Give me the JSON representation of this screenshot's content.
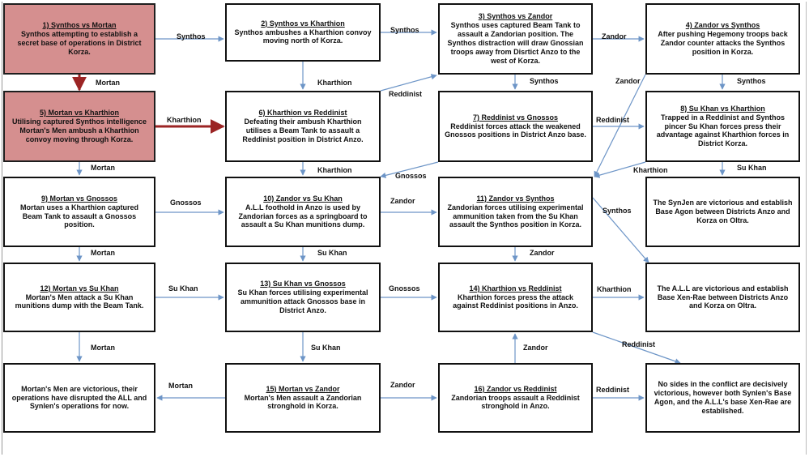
{
  "colors": {
    "box_border": "#111111",
    "highlight_fill": "#d58f8f",
    "arrow_blue": "#6d95c7",
    "arrow_red": "#9b2424"
  },
  "nodes": [
    {
      "id": "n1",
      "title": "1) Synthos vs Mortan",
      "text": "Synthos attempting to establish a secret base of operations in District Korza.",
      "highlight": true
    },
    {
      "id": "n2",
      "title": "2) Synthos vs Kharthion",
      "text": "Synthos ambushes a Kharthion convoy moving north of Korza.",
      "highlight": false
    },
    {
      "id": "n3",
      "title": "3) Synthos vs Zandor",
      "text": "Synthos uses captured Beam Tank to assault a Zandorian position. The Synthos distraction will draw Gnossian troops away from Disrtict Anzo to the west of Korza.",
      "highlight": false
    },
    {
      "id": "n4",
      "title": "4) Zandor vs Synthos",
      "text": "After pushing Hegemony troops back Zandor counter attacks the Synthos position in Korza.",
      "highlight": false
    },
    {
      "id": "n5",
      "title": "5) Mortan vs Kharthion",
      "text": "Utilising captured Synthos intelligence Mortan's Men ambush a Kharthion convoy moving through Korza.",
      "highlight": true
    },
    {
      "id": "n6",
      "title": "6) Kharthion vs Reddinist",
      "text": "Defeating their ambush Kharthion utilises a Beam Tank to assault a Reddinist position in District Anzo.",
      "highlight": false
    },
    {
      "id": "n7",
      "title": "7) Reddinist vs Gnossos",
      "text": "Reddinist forces attack the weakened Gnossos positions in District Anzo base.",
      "highlight": false
    },
    {
      "id": "n8",
      "title": "8) Su Khan vs Kharthion",
      "text": "Trapped in a Reddinist and Synthos pincer Su Khan forces press their advantage against Kharthion forces in District Korza.",
      "highlight": false
    },
    {
      "id": "n9",
      "title": "9) Mortan vs Gnossos",
      "text": "Mortan uses a Kharthion captured Beam Tank to assault a Gnossos position.",
      "highlight": false
    },
    {
      "id": "n10",
      "title": "10) Zandor vs Su Khan",
      "text": "A.L.L foothold in Anzo is used by Zandorian forces as a springboard to assault a Su Khan munitions dump.",
      "highlight": false
    },
    {
      "id": "n11",
      "title": "11) Zandor vs Synthos",
      "text": "Zandorian forces utilising experimental ammunition taken from the Su Khan assault the Synthos position in Korza.",
      "highlight": false
    },
    {
      "id": "n12",
      "title": "12) Mortan vs Su Khan",
      "text": "Mortan's Men attack a Su Khan munitions dump with the Beam Tank.",
      "highlight": false
    },
    {
      "id": "n13",
      "title": "13) Su Khan vs Gnossos",
      "text": "Su Khan forces utilising experimental ammunition attack Gnossos base in District Anzo.",
      "highlight": false
    },
    {
      "id": "n14",
      "title": "14) Kharthion vs Reddinist",
      "text": "Kharthion forces press the attack against Reddinist positions in Anzo.",
      "highlight": false
    },
    {
      "id": "n15",
      "title": "15) Mortan vs Zandor",
      "text": "Mortan's Men assault a Zandorian stronghold in Korza.",
      "highlight": false
    },
    {
      "id": "n16",
      "title": "16) Zandor vs Reddinist",
      "text": "Zandorian troops assault a Reddinist stronghold in Anzo.",
      "highlight": false
    },
    {
      "id": "o_synjen",
      "title": "",
      "text": "The SynJen are victorious and establish Base Agon between Districts Anzo and Korza on Oltra.",
      "highlight": false
    },
    {
      "id": "o_all",
      "title": "",
      "text": "The A.L.L are victorious and establish Base Xen-Rae between Districts Anzo and Korza on Oltra.",
      "highlight": false
    },
    {
      "id": "o_mortan",
      "title": "",
      "text": "Mortan's Men are victorious, their operations have disrupted the ALL and Synlen's operations for now.",
      "highlight": false
    },
    {
      "id": "o_none",
      "title": "",
      "text": "No sides in the conflict are decisively victorious, however both Synlen's Base Agon, and the A.L.L's base Xen-Rae are established.",
      "highlight": false
    }
  ],
  "edges": [
    {
      "id": "e1",
      "from": "n1",
      "to": "n2",
      "label": "Synthos",
      "style": "blue"
    },
    {
      "id": "e2",
      "from": "n2",
      "to": "n3",
      "label": "Synthos",
      "style": "blue"
    },
    {
      "id": "e3",
      "from": "n3",
      "to": "n4",
      "label": "Zandor",
      "style": "blue"
    },
    {
      "id": "e4",
      "from": "n1",
      "to": "n5",
      "label": "Mortan",
      "style": "red"
    },
    {
      "id": "e5",
      "from": "n2",
      "to": "n6",
      "label": "Kharthion",
      "style": "blue"
    },
    {
      "id": "e6",
      "from": "n6",
      "to": "n3",
      "label": "Reddinist",
      "style": "blue"
    },
    {
      "id": "e7",
      "from": "n3",
      "to": "n7",
      "label": "Synthos",
      "style": "blue"
    },
    {
      "id": "e8",
      "from": "n4",
      "to": "n8",
      "label": "Synthos",
      "style": "blue"
    },
    {
      "id": "e9",
      "from": "n4",
      "to": "n11",
      "label": "Zandor",
      "style": "blue"
    },
    {
      "id": "e10",
      "from": "n5",
      "to": "n6",
      "label": "Kharthion",
      "style": "red"
    },
    {
      "id": "e11",
      "from": "n7",
      "to": "n8",
      "label": "Reddinist",
      "style": "blue"
    },
    {
      "id": "e12",
      "from": "n5",
      "to": "n9",
      "label": "Mortan",
      "style": "blue"
    },
    {
      "id": "e13",
      "from": "n6",
      "to": "n10",
      "label": "Kharthion",
      "style": "blue"
    },
    {
      "id": "e14",
      "from": "n7",
      "to": "n10",
      "label": "Gnossos",
      "style": "blue"
    },
    {
      "id": "e15",
      "from": "n8",
      "to": "n11",
      "label": "Kharthion",
      "style": "blue"
    },
    {
      "id": "e16",
      "from": "n8",
      "to": "o_synjen",
      "label": "Su Khan",
      "style": "blue"
    },
    {
      "id": "e17",
      "from": "n9",
      "to": "n10",
      "label": "Gnossos",
      "style": "blue"
    },
    {
      "id": "e18",
      "from": "n10",
      "to": "n11",
      "label": "Zandor",
      "style": "blue"
    },
    {
      "id": "e19",
      "from": "n11",
      "to": "o_all",
      "label": "Synthos",
      "style": "blue"
    },
    {
      "id": "e20",
      "from": "n9",
      "to": "n12",
      "label": "Mortan",
      "style": "blue"
    },
    {
      "id": "e21",
      "from": "n10",
      "to": "n13",
      "label": "Su Khan",
      "style": "blue"
    },
    {
      "id": "e22",
      "from": "n11",
      "to": "n14",
      "label": "Zandor",
      "style": "blue"
    },
    {
      "id": "e23",
      "from": "n12",
      "to": "n13",
      "label": "Su Khan",
      "style": "blue"
    },
    {
      "id": "e24",
      "from": "n13",
      "to": "n14",
      "label": "Gnossos",
      "style": "blue"
    },
    {
      "id": "e25",
      "from": "n14",
      "to": "o_all",
      "label": "Kharthion",
      "style": "blue"
    },
    {
      "id": "e26",
      "from": "n12",
      "to": "o_mortan",
      "label": "Mortan",
      "style": "blue"
    },
    {
      "id": "e27",
      "from": "n13",
      "to": "n15",
      "label": "Su Khan",
      "style": "blue"
    },
    {
      "id": "e28",
      "from": "n16",
      "to": "n14",
      "label": "Zandor",
      "style": "blue"
    },
    {
      "id": "e29",
      "from": "n14",
      "to": "o_none",
      "label": "Reddinist",
      "style": "blue"
    },
    {
      "id": "e30",
      "from": "n15",
      "to": "o_mortan",
      "label": "Mortan",
      "style": "blue"
    },
    {
      "id": "e31",
      "from": "n15",
      "to": "n16",
      "label": "Zandor",
      "style": "blue"
    },
    {
      "id": "e32",
      "from": "n16",
      "to": "o_none",
      "label": "Reddinist",
      "style": "blue"
    }
  ]
}
